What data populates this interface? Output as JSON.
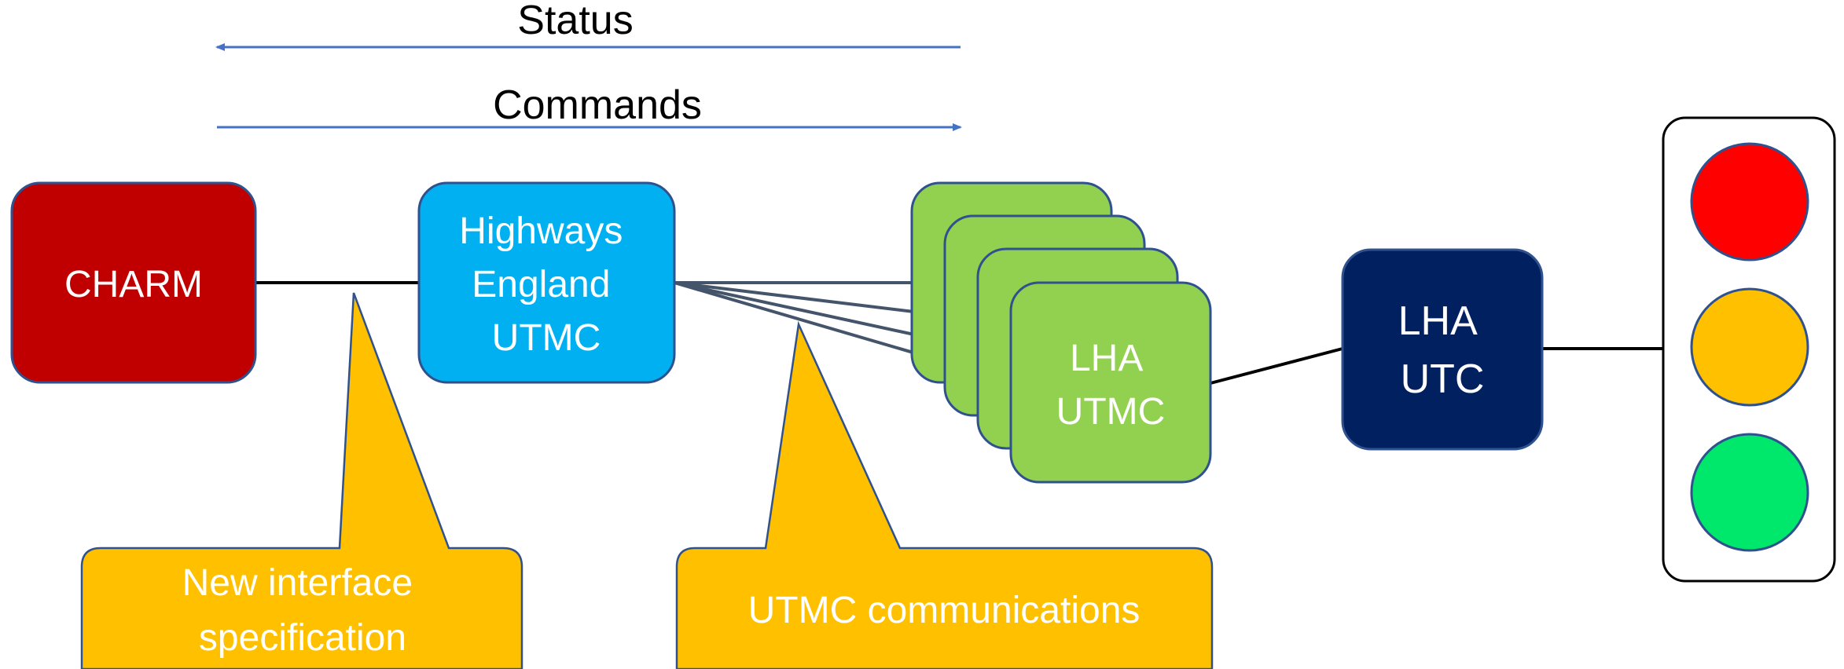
{
  "arrows": {
    "status": "Status",
    "commands": "Commands"
  },
  "nodes": {
    "charm": "CHARM",
    "he_utmc": [
      "Highways",
      "England",
      "UTMC"
    ],
    "lha_utmc": [
      "LHA",
      "UTMC"
    ],
    "lha_utc": [
      "LHA",
      "UTC"
    ]
  },
  "callouts": {
    "interface": [
      "New interface",
      "specification"
    ],
    "comms": "UTMC communications"
  },
  "colors": {
    "charm": "#C00000",
    "he_utmc": "#00B0F0",
    "lha_utmc": "#92D050",
    "lha_utc": "#002060",
    "callout": "#FFC000",
    "arrow": "#4472C4",
    "node_border": "#2F528F",
    "red_light": "#FF0000",
    "amber_light": "#FFC000",
    "green_light": "#00E86B"
  },
  "icons": {
    "traffic_light": "traffic-light-icon"
  }
}
